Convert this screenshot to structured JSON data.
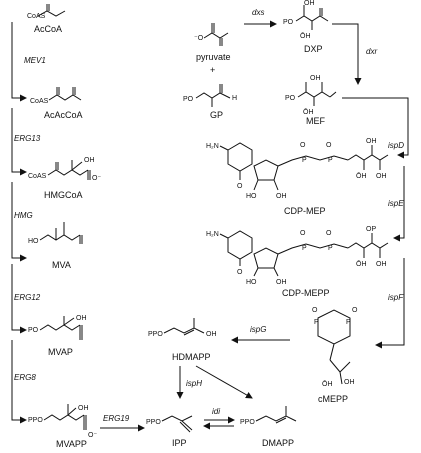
{
  "compounds": {
    "accoa": "AcCoA",
    "acacoa": "AcAcCoA",
    "hmgcoa": "HMGCoA",
    "mva": "MVA",
    "mvap": "MVAP",
    "mvapp": "MVAPP",
    "pyruvate": "pyruvate",
    "gp": "GP",
    "dxp": "DXP",
    "mef": "MEF",
    "cdp_mep": "CDP-MEP",
    "cdp_mepp": "CDP-MEPP",
    "cmepp": "cMEPP",
    "hdmapp": "HDMAPP",
    "ipp": "IPP",
    "dmapp": "DMAPP"
  },
  "enzymes": {
    "mev1": "MEV1",
    "erg13": "ERG13",
    "hmg": "HMG",
    "erg12": "ERG12",
    "erg8": "ERG8",
    "erg19": "ERG19",
    "dxs": "dxs",
    "dxr": "dxr",
    "ispd": "ispD",
    "ispe": "ispE",
    "ispf": "ispF",
    "ispg": "ispG",
    "isph": "ispH",
    "idi": "idi"
  },
  "symbols": {
    "plus": "+"
  },
  "atoms": {
    "coas": "CoAS",
    "oh": "OH",
    "oh_lower": "ŌH",
    "o_minus": "O⁻",
    "o_minus_left": "⁻O",
    "ho": "HO",
    "po": "PO",
    "ppo": "PPO",
    "op": "OP",
    "h": "H",
    "h2n": "H₂N",
    "o": "O",
    "o_eq": "O",
    "p": "P"
  }
}
